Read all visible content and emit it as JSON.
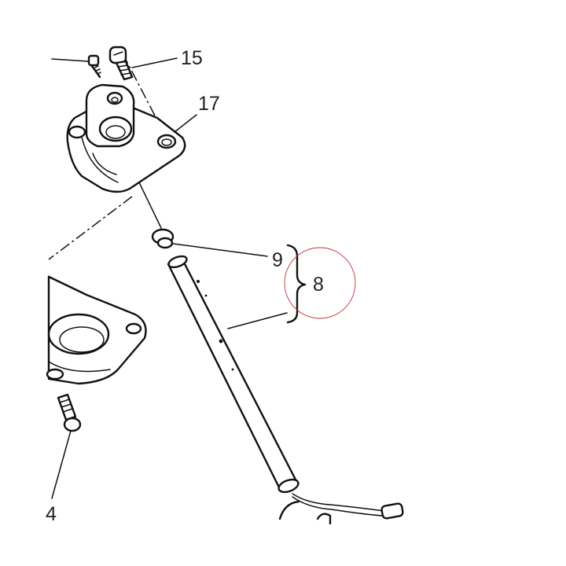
{
  "labels": {
    "part_15": "15",
    "part_17": "17",
    "part_9": "9",
    "part_8": "8",
    "part_4": "4"
  },
  "colors": {
    "line": "#111111",
    "text": "#222222",
    "highlight_circle": "#c0303a",
    "background": "#ffffff"
  }
}
